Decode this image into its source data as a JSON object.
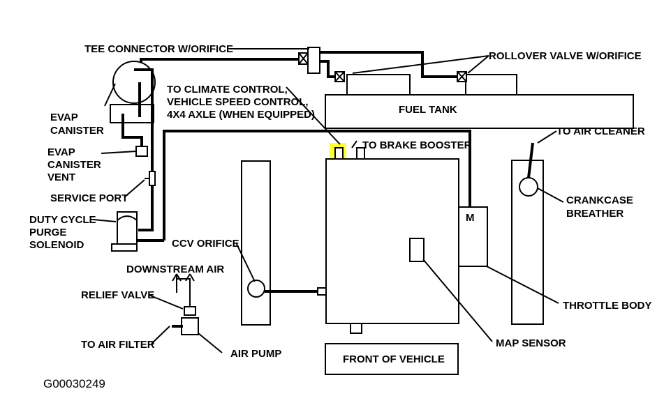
{
  "labels": {
    "tee_connector": "TEE CONNECTOR W/ORIFICE",
    "rollover_valve": "ROLLOVER VALVE W/ORIFICE",
    "climate_1": "TO CLIMATE CONTROL,",
    "climate_2": "VEHICLE SPEED CONTROL,",
    "climate_3": "4X4 AXLE (WHEN EQUIPPED)",
    "fuel_tank": "FUEL TANK",
    "evap_canister_1": "EVAP",
    "evap_canister_2": "CANISTER",
    "evap_vent_1": "EVAP",
    "evap_vent_2": "CANISTER",
    "evap_vent_3": "VENT",
    "service_port": "SERVICE PORT",
    "duty_cycle_1": "DUTY CYCLE",
    "duty_cycle_2": "PURGE",
    "duty_cycle_3": "SOLENOID",
    "brake_booster": "TO BRAKE BOOSTER",
    "air_cleaner": "TO AIR CLEANER",
    "crankcase_1": "CRANKCASE",
    "crankcase_2": "BREATHER",
    "ccv_orifice": "CCV ORIFICE",
    "downstream_air": "DOWNSTREAM AIR",
    "relief_valve": "RELIEF VALVE",
    "to_air_filter": "TO AIR FILTER",
    "air_pump": "AIR PUMP",
    "throttle_body": "THROTTLE BODY",
    "map_sensor": "MAP SENSOR",
    "front_of_vehicle": "FRONT OF VEHICLE",
    "throttle_m": "M",
    "figure_id": "G00030249"
  },
  "colors": {
    "line": "#000000",
    "highlight": "#ffff33"
  }
}
